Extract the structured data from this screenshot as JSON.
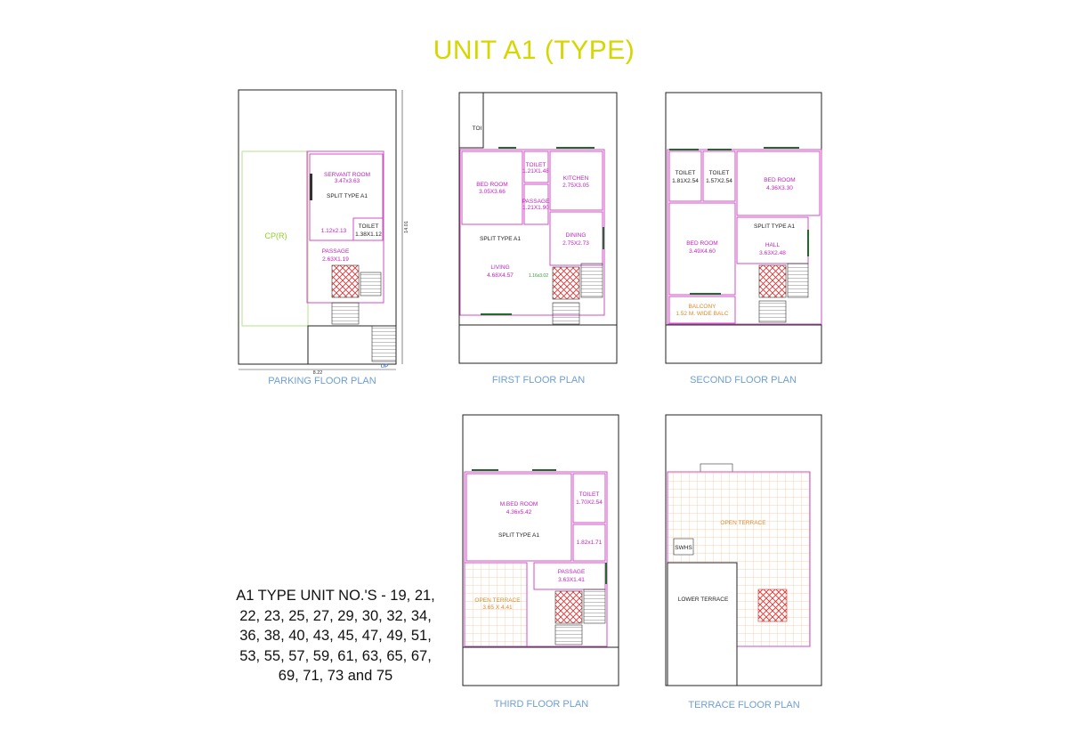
{
  "title": "UNIT A1 (TYPE)",
  "units_note": "A1 TYPE UNIT NO.'S - 19, 21, 22, 23, 25, 27, 29, 30, 32, 34, 36, 38, 40, 43, 45, 47, 49, 51, 53, 55, 57, 59, 61, 63, 65, 67, 69, 71, 73 and 75",
  "colors": {
    "title": "#d6d600",
    "caption": "#6f9fd0",
    "room_label": "#c11fc1",
    "terrace": "#e08a2c",
    "lime": "#8cd028"
  },
  "plans": {
    "parking": {
      "caption": "PARKING FLOOR PLAN",
      "car_parking": "CP(R)",
      "servant_room": "SERVANT ROOM",
      "servant_room_size": "3.47x3.63",
      "split_type": "SPLIT TYPE A1",
      "small_dim": "1.12x2.13",
      "toilet": "TOILET",
      "toilet_size": "1.38X1.12",
      "passage": "PASSAGE",
      "passage_size": "2.63X1.19",
      "up": "UP",
      "width_dim": "8.22",
      "depth_dim": "14.01"
    },
    "first": {
      "caption": "FIRST FLOOR PLAN",
      "toi": "TOI",
      "bed_room": "BED ROOM",
      "bed_room_size": "3.05X3.66",
      "toilet": "TOILET",
      "toilet_size": "1.21X1.48",
      "passage": "PASSAGE",
      "passage_size": "1.21X1.90",
      "kitchen": "KITCHEN",
      "kitchen_size": "2.75X3.05",
      "split_type": "SPLIT TYPE A1",
      "living": "LIVING",
      "living_size": "4.68X4.57",
      "dining": "DINING",
      "dining_size": "2.75X2.73",
      "small_dim": "1.16x3.02"
    },
    "second": {
      "caption": "SECOND FLOOR PLAN",
      "toilet1": "TOILET",
      "toilet1_size": "1.81X2.54",
      "toilet2": "TOILET",
      "toilet2_size": "1.57X2.54",
      "bed_room1": "BED ROOM",
      "bed_room1_size": "4.36X3.30",
      "split_type": "SPLIT TYPE A1",
      "bed_room2": "BED ROOM",
      "bed_room2_size": "3.49X4.60",
      "hall": "HALL",
      "hall_size": "3.63X2.48",
      "balcony": "BALCONY",
      "balcony_size": "1.52 M. WIDE BALC"
    },
    "third": {
      "caption": "THIRD FLOOR PLAN",
      "master_bed": "M.BED ROOM",
      "master_bed_size": "4.36x5.42",
      "toilet": "TOILET",
      "toilet_size": "1.70X2.54",
      "split_type": "SPLIT TYPE A1",
      "small_dim": "1.82x1.71",
      "passage": "PASSAGE",
      "passage_size": "3.63X1.41",
      "open_terrace": "OPEN TERRACE",
      "open_terrace_size": "3.65 X 4.41"
    },
    "terrace": {
      "caption": "TERRACE FLOOR PLAN",
      "open_terrace": "OPEN TERRACE",
      "swhs": "SWHS",
      "lower_terrace": "LOWER TERRACE"
    }
  }
}
